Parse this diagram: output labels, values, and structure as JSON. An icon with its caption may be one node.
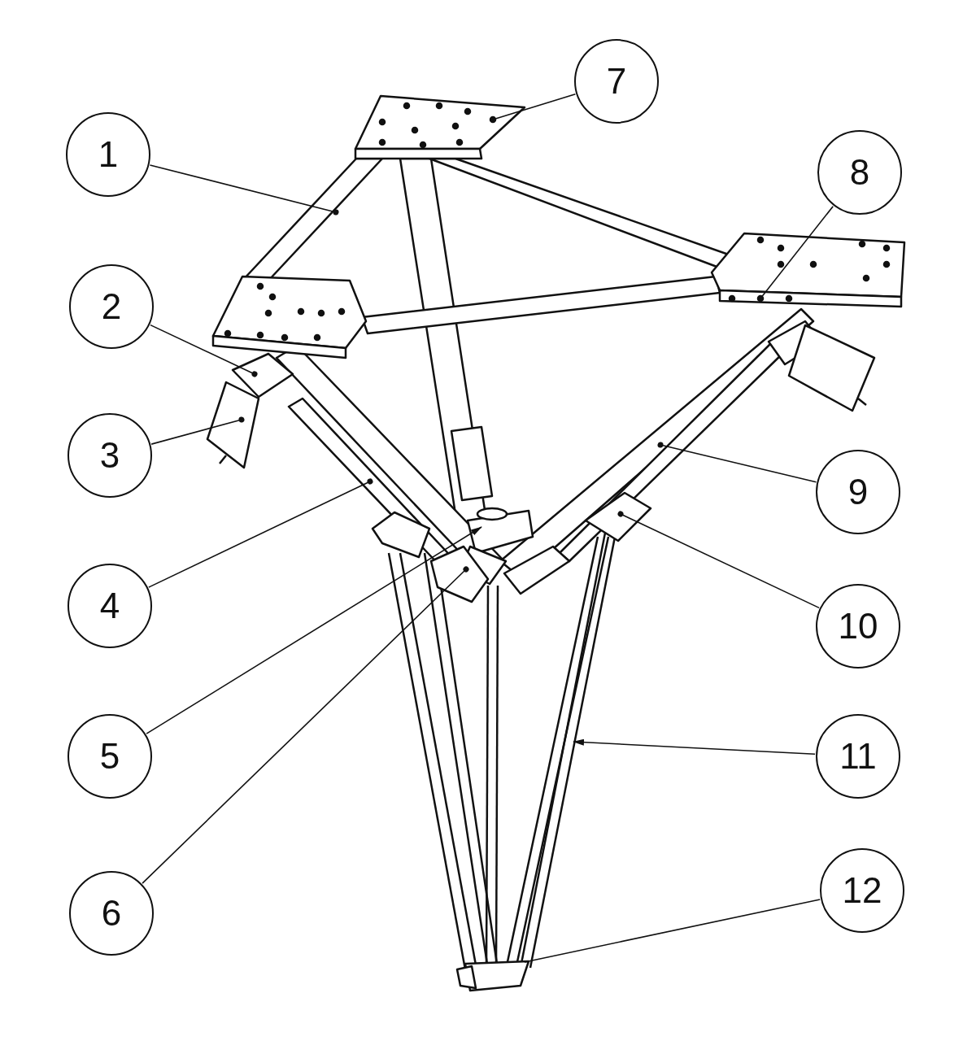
{
  "diagram": {
    "nodes": [
      {
        "text": [
          "1"
        ]
      },
      {
        "text": [
          "2"
        ]
      },
      {
        "text": [
          "3"
        ]
      },
      {
        "text": [
          "4"
        ]
      },
      {
        "text": [
          "5"
        ]
      },
      {
        "text": [
          "6"
        ]
      },
      {
        "text": [
          "7"
        ]
      },
      {
        "text": [
          "8"
        ]
      },
      {
        "text": [
          "9"
        ]
      },
      {
        "text": [
          "10"
        ]
      },
      {
        "text": [
          "11"
        ]
      },
      {
        "text": [
          "12"
        ]
      }
    ],
    "edges": [
      {
        "from": 0,
        "to": null,
        "arrow": "other"
      },
      {
        "from": 1,
        "to": null,
        "arrow": "other"
      },
      {
        "from": 2,
        "to": null,
        "arrow": "other"
      },
      {
        "from": 3,
        "to": null,
        "arrow": "other"
      },
      {
        "from": 4,
        "to": null,
        "arrow": "to"
      },
      {
        "from": 5,
        "to": null,
        "arrow": "other"
      },
      {
        "from": 6,
        "to": null,
        "arrow": "other"
      },
      {
        "from": 7,
        "to": null,
        "arrow": "other"
      },
      {
        "from": 8,
        "to": null,
        "arrow": "other"
      },
      {
        "from": 9,
        "to": null,
        "arrow": "other"
      },
      {
        "from": 10,
        "to": null,
        "arrow": "to"
      },
      {
        "from": 11,
        "to": null,
        "arrow": "none"
      }
    ]
  }
}
